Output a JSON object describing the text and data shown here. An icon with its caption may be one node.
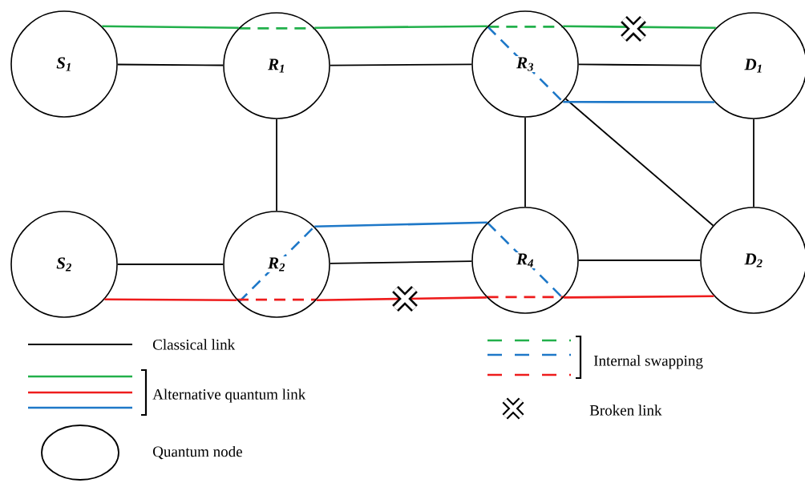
{
  "diagram": {
    "nodes": [
      {
        "text": [
          "S$_{1}$"
        ]
      },
      {
        "text": [
          "R$_{1}$"
        ]
      },
      {
        "text": [
          "R$_{3}$"
        ]
      },
      {
        "text": [
          "D$_{1}$"
        ]
      },
      {
        "text": [
          "S$_{2}$"
        ]
      },
      {
        "text": [
          "R$_{2}$"
        ]
      },
      {
        "text": [
          "R$_{4}$"
        ]
      },
      {
        "text": [
          "D$_{2}$"
        ]
      }
    ],
    "edges": [
      {
        "from": 0,
        "to": 1,
        "arrow": "none"
      },
      {
        "from": 1,
        "to": 2,
        "arrow": "none"
      },
      {
        "from": 2,
        "to": 3,
        "arrow": "none"
      },
      {
        "from": 1,
        "to": 5,
        "arrow": "none"
      },
      {
        "from": 2,
        "to": 6,
        "arrow": "none"
      },
      {
        "from": 2,
        "to": 7,
        "arrow": "none"
      },
      {
        "from": 3,
        "to": 7,
        "arrow": "none"
      },
      {
        "from": 4,
        "to": 5,
        "arrow": "none"
      },
      {
        "from": 5,
        "to": 6,
        "arrow": "none"
      },
      {
        "from": 6,
        "to": 7,
        "arrow": "none"
      },
      {
        "from": 0,
        "to": 1,
        "arrow": "none",
        "color": "#22b04b"
      },
      {
        "from": 1,
        "to": 2,
        "arrow": "none",
        "color": "#22b04b"
      },
      {
        "from": 2,
        "to": 3,
        "arrow": "none",
        "color": "#22b04b"
      },
      {
        "from": 5,
        "to": 6,
        "arrow": "none",
        "color": "#1e78c8"
      },
      {
        "from": 2,
        "to": 3,
        "arrow": "none",
        "color": "#1e78c8"
      },
      {
        "from": 4,
        "to": 5,
        "arrow": "none",
        "color": "#ee1c1c"
      },
      {
        "from": 5,
        "to": 6,
        "arrow": "none",
        "color": "#ee1c1c"
      },
      {
        "from": 6,
        "to": 7,
        "arrow": "none",
        "color": "#ee1c1c"
      }
    ],
    "legend": [
      {
        "text": "Classical link"
      },
      {
        "text": "Alternative quantum link"
      },
      {
        "text": "Quantum node"
      },
      {
        "text": "Internal swapping"
      },
      {
        "text": "Broken link"
      }
    ]
  }
}
